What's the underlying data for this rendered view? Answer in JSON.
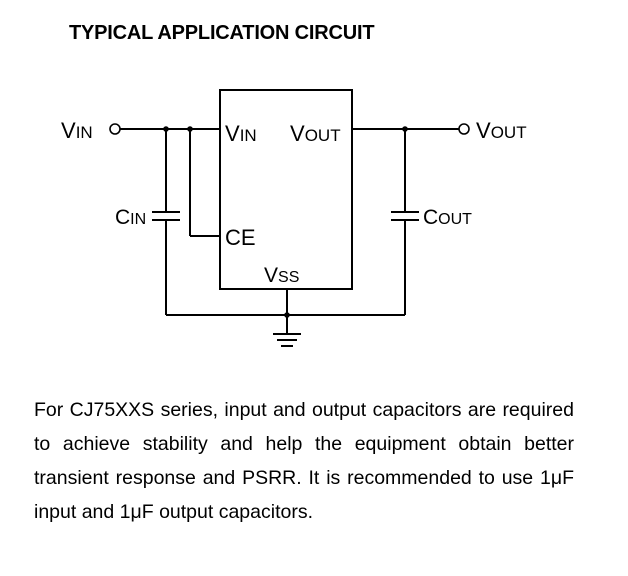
{
  "heading": "TYPICAL APPLICATION CIRCUIT",
  "circuit": {
    "input_terminal": {
      "main": "V",
      "sub": "IN"
    },
    "output_terminal": {
      "main": "V",
      "sub": "OUT"
    },
    "input_capacitor": {
      "main": "C",
      "sub": "IN"
    },
    "output_capacitor": {
      "main": "C",
      "sub": "OUT"
    },
    "ic_pins": {
      "vin": {
        "main": "V",
        "sub": "IN"
      },
      "vout": {
        "main": "V",
        "sub": "OUT"
      },
      "ce": "CE",
      "vss": {
        "main": "V",
        "sub": "SS"
      }
    }
  },
  "description": "For CJ75XXS series, input and output capacitors are required to achieve stability and help the equipment obtain better transient response and PSRR. It is recommended to use 1μF input and 1μF output capacitors."
}
